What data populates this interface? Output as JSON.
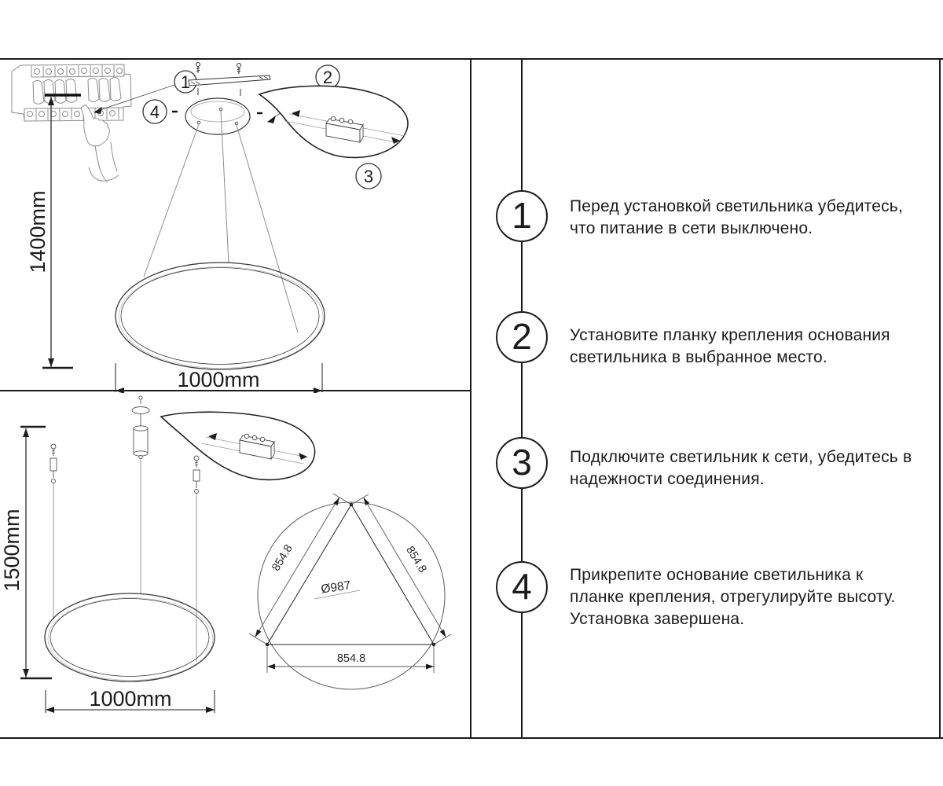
{
  "top_drawing": {
    "height_dim": "1400mm",
    "width_dim": "1000mm",
    "callouts": {
      "c1": "1",
      "c2": "2",
      "c3": "3",
      "c4": "4"
    }
  },
  "bottom_drawing": {
    "height_dim": "1500mm",
    "width_dim": "1000mm",
    "mount_circle": {
      "diameter": "Ø987",
      "side_left": "854.8",
      "side_right": "854.8",
      "side_bottom": "854.8"
    }
  },
  "steps": [
    {
      "num": "1",
      "text": "Перед установкой светильника убедитесь,\nчто питание в сети выключено."
    },
    {
      "num": "2",
      "text": "Установите планку крепления основания\nсветильника в выбранное место."
    },
    {
      "num": "3",
      "text": "Подключите светильник к сети, убедитесь в\nнадежности соединения."
    },
    {
      "num": "4",
      "text": "Прикрепите основание светильника к\nпланке крепления, отрегулируйте высоту.\nУстановка завершена."
    }
  ]
}
